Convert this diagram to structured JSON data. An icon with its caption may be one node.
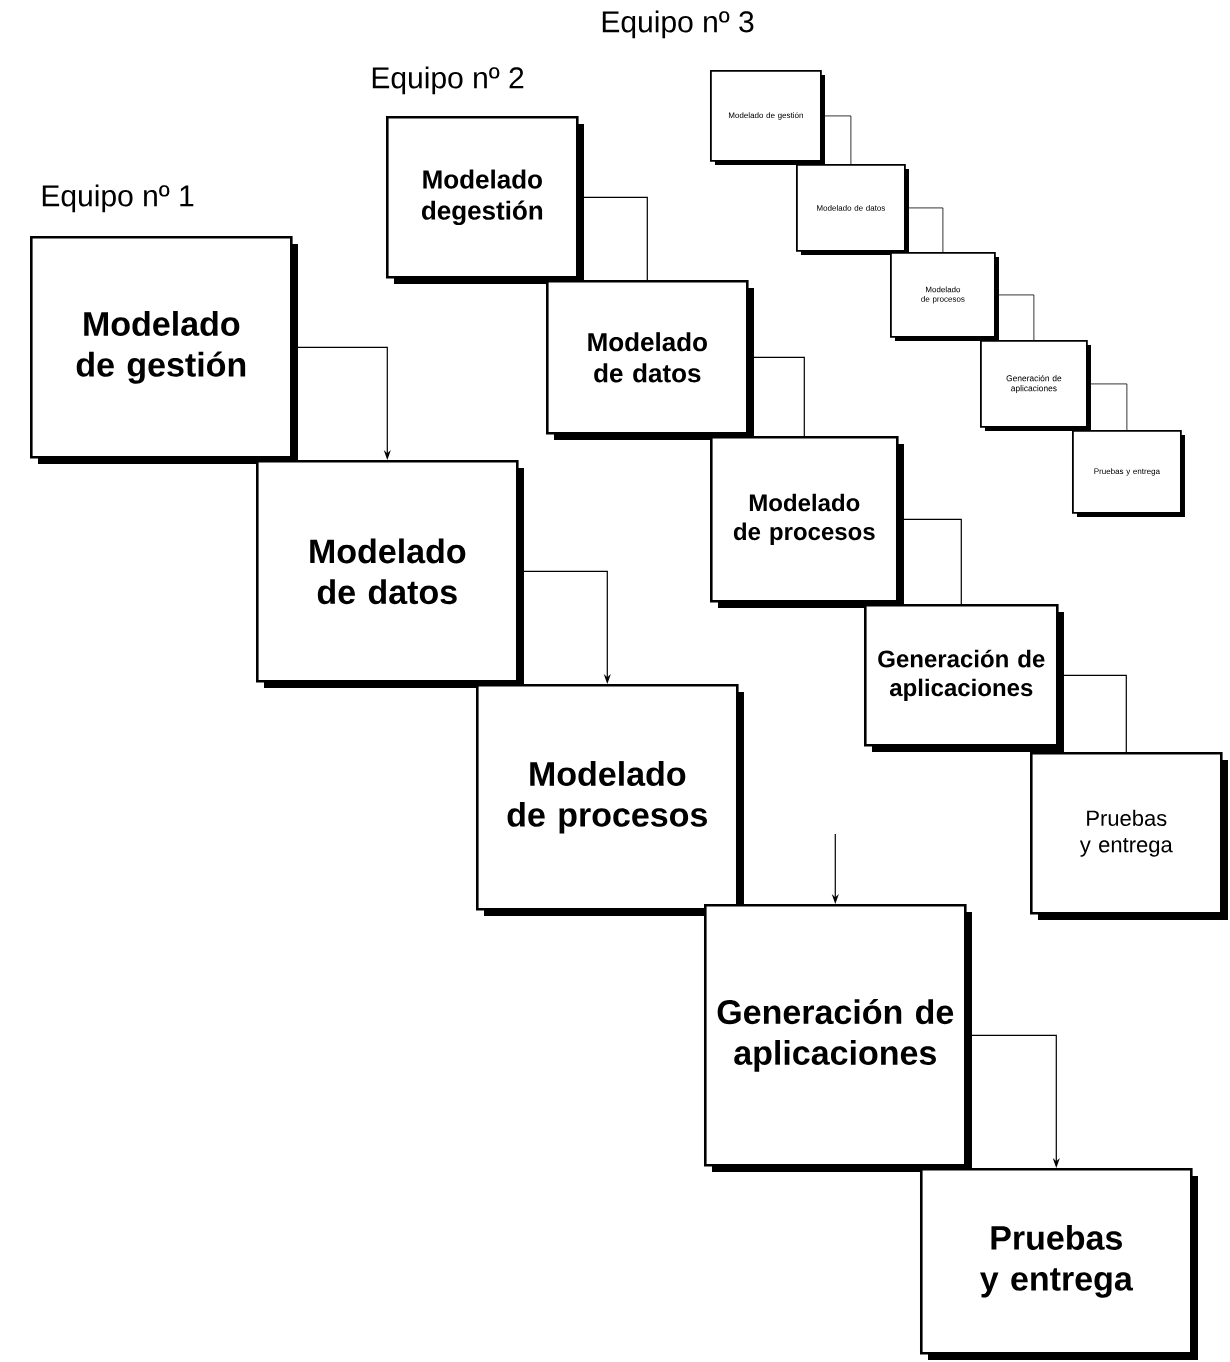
{
  "diagram": {
    "nodes": [
      {
        "text": [
          "Modelado de gestión"
        ]
      },
      {
        "text": [
          "Modelado de datos"
        ]
      },
      {
        "text": [
          "Modelado de procesos"
        ]
      },
      {
        "text": [
          "Generación de aplicaciones"
        ]
      },
      {
        "text": [
          "Pruebas y entrega"
        ]
      },
      {
        "text": [
          "Modelado degestión"
        ]
      },
      {
        "text": [
          "Modelado de datos"
        ]
      },
      {
        "text": [
          "Modelado de procesos"
        ]
      },
      {
        "text": [
          "Generación de aplicaciones"
        ]
      },
      {
        "text": [
          "Pruebas y entrega"
        ]
      },
      {
        "text": [
          "Modelado de gestión"
        ]
      },
      {
        "text": [
          "Modelado de datos"
        ]
      },
      {
        "text": [
          "Modelado de procesos"
        ]
      },
      {
        "text": [
          "Generación de aplicaciones"
        ]
      },
      {
        "text": [
          "Pruebas y entrega"
        ]
      }
    ],
    "edges": [
      {
        "from": 0,
        "to": 1,
        "arrow": "to"
      },
      {
        "from": 1,
        "to": 2,
        "arrow": "to"
      },
      {
        "from": null,
        "to": 3,
        "arrow": "to"
      },
      {
        "from": 3,
        "to": 4,
        "arrow": "to"
      },
      {
        "from": 5,
        "to": 6,
        "arrow": "none"
      },
      {
        "from": 6,
        "to": 7,
        "arrow": "none"
      },
      {
        "from": 7,
        "to": 8,
        "arrow": "none"
      },
      {
        "from": 8,
        "to": 9,
        "arrow": "none"
      },
      {
        "from": 10,
        "to": 11,
        "arrow": "none"
      },
      {
        "from": 11,
        "to": 12,
        "arrow": "none"
      },
      {
        "from": 12,
        "to": 13,
        "arrow": "none"
      },
      {
        "from": 13,
        "to": 14,
        "arrow": "none"
      }
    ],
    "labels": [
      "Equipo nº 3",
      "Equipo nº 2",
      "Equipo nº 1"
    ]
  }
}
